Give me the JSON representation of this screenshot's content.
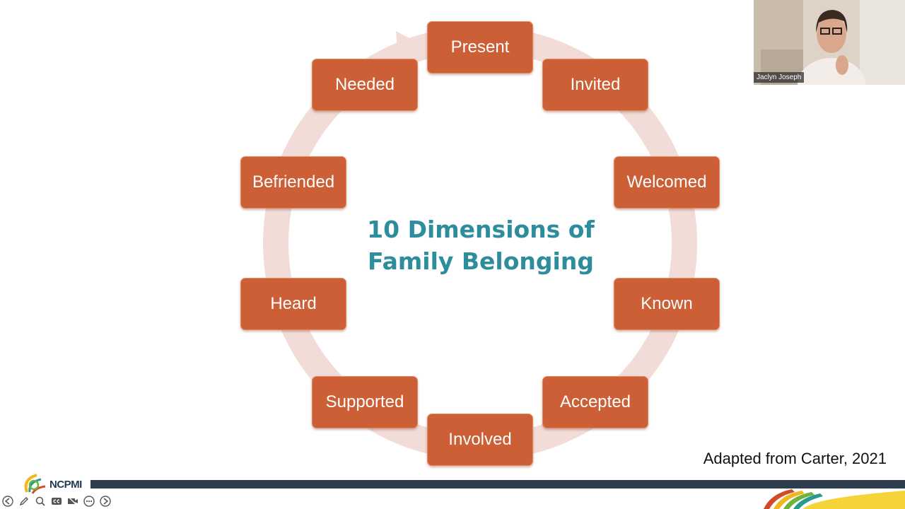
{
  "slide": {
    "title_line1": "10 Dimensions of",
    "title_line2": "Family Belonging",
    "citation": "Adapted from Carter, 2021",
    "nodes": [
      {
        "label": "Present"
      },
      {
        "label": "Invited"
      },
      {
        "label": "Welcomed"
      },
      {
        "label": "Known"
      },
      {
        "label": "Accepted"
      },
      {
        "label": "Involved"
      },
      {
        "label": "Supported"
      },
      {
        "label": "Heard"
      },
      {
        "label": "Befriended"
      },
      {
        "label": "Needed"
      }
    ],
    "colors": {
      "node_fill": "#cd5f36",
      "cycle_arrow": "#f2dcd8",
      "title": "#2d8d9c"
    }
  },
  "video": {
    "participant_name": "Jaclyn Joseph"
  },
  "footer": {
    "logo_text": "NCPMI",
    "bar_color": "#2e3e4f"
  },
  "toolbar": {
    "icons": [
      "arrow-left-icon",
      "pen-icon",
      "magnify-icon",
      "cc-icon",
      "video-off-icon",
      "more-icon",
      "arrow-right-icon"
    ]
  }
}
